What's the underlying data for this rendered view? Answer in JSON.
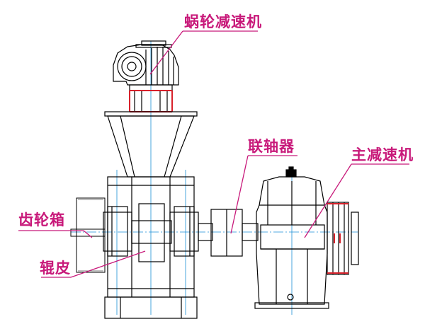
{
  "colors": {
    "line": "#000000",
    "center_line": "#1a8fd6",
    "callout": "#c8197a",
    "red_detail": "#d8212b"
  },
  "labels": {
    "worm_reducer": "蜗轮减速机",
    "coupling": "联轴器",
    "main_reducer": "主减速机",
    "gearbox": "齿轮箱",
    "roller_skin": "辊皮"
  }
}
